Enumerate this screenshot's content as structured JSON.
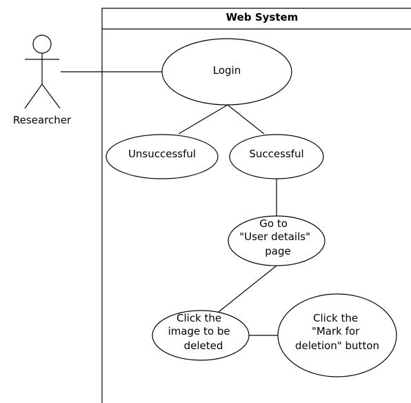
{
  "diagram": {
    "system_title": "Web System",
    "actor": {
      "name": "Researcher"
    },
    "use_cases": [
      {
        "id": "login",
        "lines": [
          "Login"
        ]
      },
      {
        "id": "unsuccessful",
        "lines": [
          "Unsuccessful"
        ]
      },
      {
        "id": "successful",
        "lines": [
          "Successful"
        ]
      },
      {
        "id": "user-details",
        "lines": [
          "Go to",
          "\"User details\"",
          "page"
        ]
      },
      {
        "id": "click-image",
        "lines": [
          "Click the",
          "image to be",
          "deleted"
        ]
      },
      {
        "id": "mark-deletion",
        "lines": [
          "Click the",
          "\"Mark for",
          "deletion\" button"
        ]
      }
    ]
  }
}
